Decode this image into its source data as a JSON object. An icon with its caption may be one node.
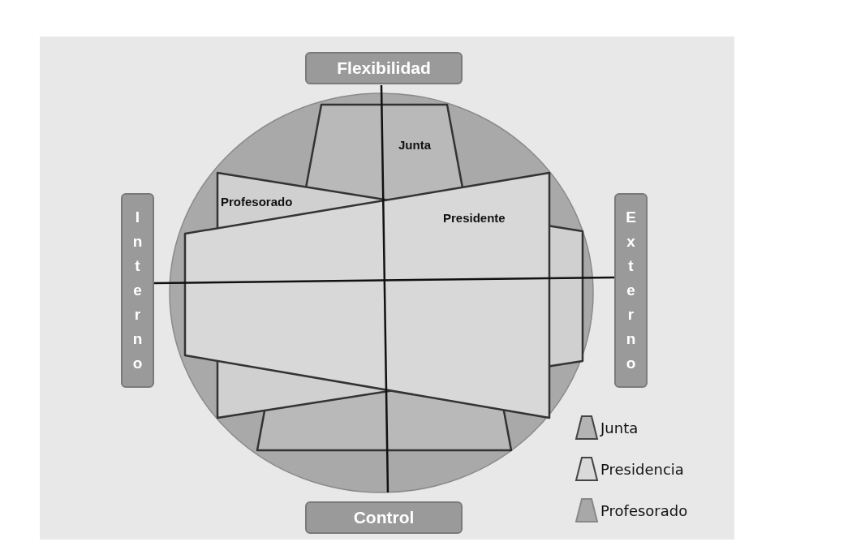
{
  "diagram": {
    "nodes": [
      {
        "text": [
          "Flexibilidad"
        ]
      },
      {
        "text": [
          "Junta"
        ]
      },
      {
        "text": [
          "Profesorado"
        ]
      },
      {
        "text": [
          "Presidente"
        ]
      },
      {
        "text": [
          "Interno"
        ]
      },
      {
        "text": [
          "Externo"
        ]
      },
      {
        "text": [
          "Control"
        ]
      }
    ],
    "legend": [
      {
        "text": "Junta",
        "color": "#b4b4b4"
      },
      {
        "text": "Presidencia",
        "color": "#dadada"
      },
      {
        "text": "Profesorado",
        "color": "#a8a8a8"
      }
    ]
  }
}
